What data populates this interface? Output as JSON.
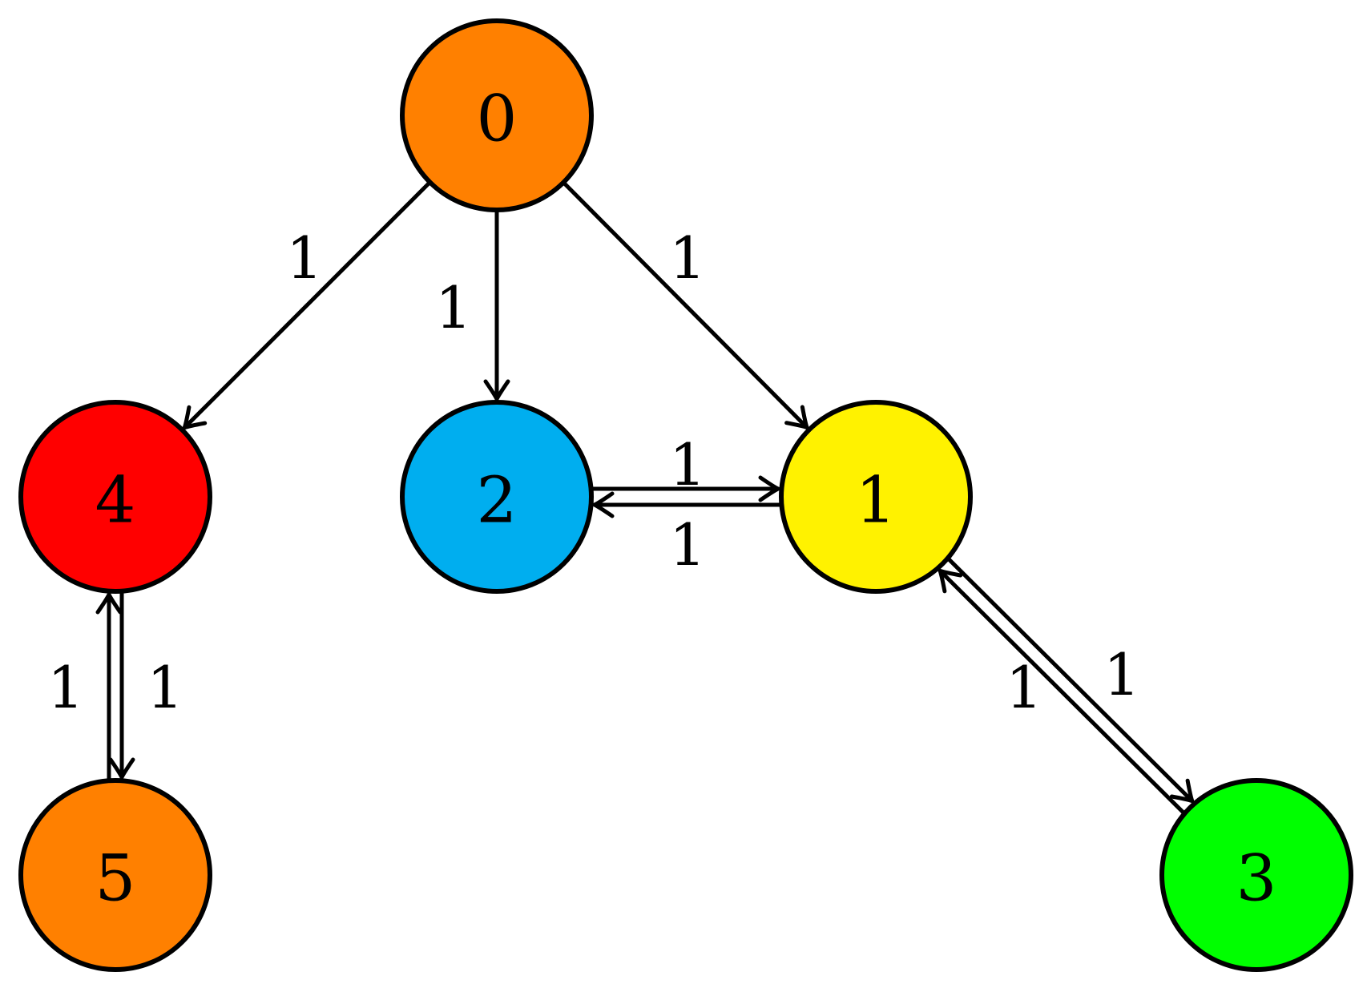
{
  "graph": {
    "nodes": [
      {
        "id": "0",
        "label": "0",
        "color": "#FF8000"
      },
      {
        "id": "1",
        "label": "1",
        "color": "#FFF200"
      },
      {
        "id": "2",
        "label": "2",
        "color": "#00AEEF"
      },
      {
        "id": "3",
        "label": "3",
        "color": "#00FF00"
      },
      {
        "id": "4",
        "label": "4",
        "color": "#FF0000"
      },
      {
        "id": "5",
        "label": "5",
        "color": "#FF8000"
      }
    ],
    "edges": [
      {
        "from": "0",
        "to": "4",
        "label": "1"
      },
      {
        "from": "0",
        "to": "2",
        "label": "1"
      },
      {
        "from": "0",
        "to": "1",
        "label": "1"
      },
      {
        "from": "2",
        "to": "1",
        "label": "1"
      },
      {
        "from": "1",
        "to": "2",
        "label": "1"
      },
      {
        "from": "1",
        "to": "3",
        "label": "1"
      },
      {
        "from": "3",
        "to": "1",
        "label": "1"
      },
      {
        "from": "4",
        "to": "5",
        "label": "1"
      },
      {
        "from": "5",
        "to": "4",
        "label": "1"
      }
    ]
  }
}
